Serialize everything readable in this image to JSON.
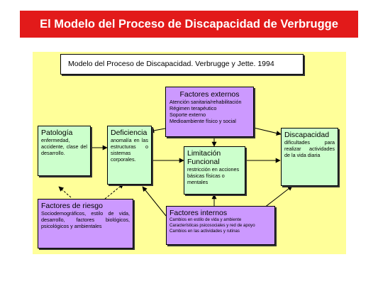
{
  "slide": {
    "title": "El Modelo del Proceso de Discapacidad de Verbrugge"
  },
  "diagram": {
    "model_title": "Modelo del Proceso de Discapacidad. Verbrugge y Jette. 1994",
    "factores_externos": {
      "heading": "Factores externos",
      "lines": [
        "Atención sanitaria/rehabilitación",
        "Régimen terapéutico",
        "Soporte externo",
        "Medioambiente físico y social"
      ]
    },
    "patologia": {
      "heading": "Patología",
      "text": "enfermedad, accidente, clase del desarrollo."
    },
    "deficiencia": {
      "heading": "Deficiencia",
      "text": "anomalía en las estructuras o sistemas corporales."
    },
    "limitacion": {
      "heading_line1": "Limitación",
      "heading_line2": "Funcional",
      "text": "restricción en acciones básicas físicas o mentales"
    },
    "discapacidad": {
      "heading": "Discapacidad",
      "text": "dificultades para realizar actividades de la vida diaria"
    },
    "factores_riesgo": {
      "heading": "Factores de riesgo",
      "text": "Sociodemográficos, estilo de vida, desarrollo, factores biológicos, psicológicos y ambientales"
    },
    "factores_internos": {
      "heading": "Factores internos",
      "lines": [
        "Cambios en estilo de vida y ambiente",
        "Características psicosociales y red de apoyo",
        "Cambios en las actividades y rutinas"
      ]
    },
    "colors": {
      "title_bar": "#e21a1a",
      "panel": "#ffff99",
      "green_box": "#ccffcc",
      "purple_box": "#cc99ff"
    }
  }
}
